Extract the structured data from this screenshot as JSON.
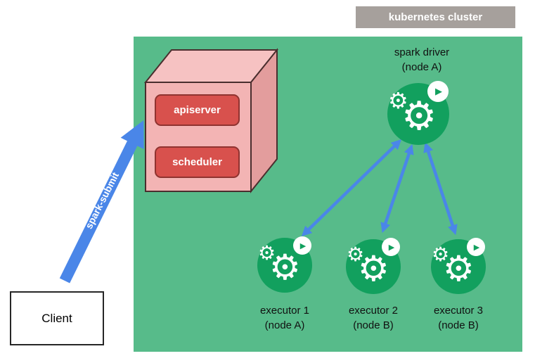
{
  "cluster": {
    "label": "kubernetes cluster",
    "colors": {
      "background": "#57bb8a",
      "label_background": "#a6a09c",
      "label_text": "#ffffff"
    }
  },
  "control_plane": {
    "boxes": [
      {
        "label": "apiserver"
      },
      {
        "label": "scheduler"
      }
    ],
    "colors": {
      "box": "#d8514d",
      "box_border": "#8f3330",
      "cube_front": "#f3b4b4",
      "cube_top": "#f6c2c2",
      "cube_side": "#e39d9d"
    }
  },
  "driver": {
    "name": "spark driver",
    "node": "(node A)"
  },
  "executors": [
    {
      "name": "executor 1",
      "node": "(node A)"
    },
    {
      "name": "executor 2",
      "node": "(node B)"
    },
    {
      "name": "executor 3",
      "node": "(node B)"
    }
  ],
  "client": {
    "label": "Client"
  },
  "spark_submit": {
    "label": "spark-submit",
    "arrow_color": "#4a86e8"
  },
  "icons": {
    "gear": "⚙",
    "play": "▶",
    "pod_color": "#12a05e"
  }
}
